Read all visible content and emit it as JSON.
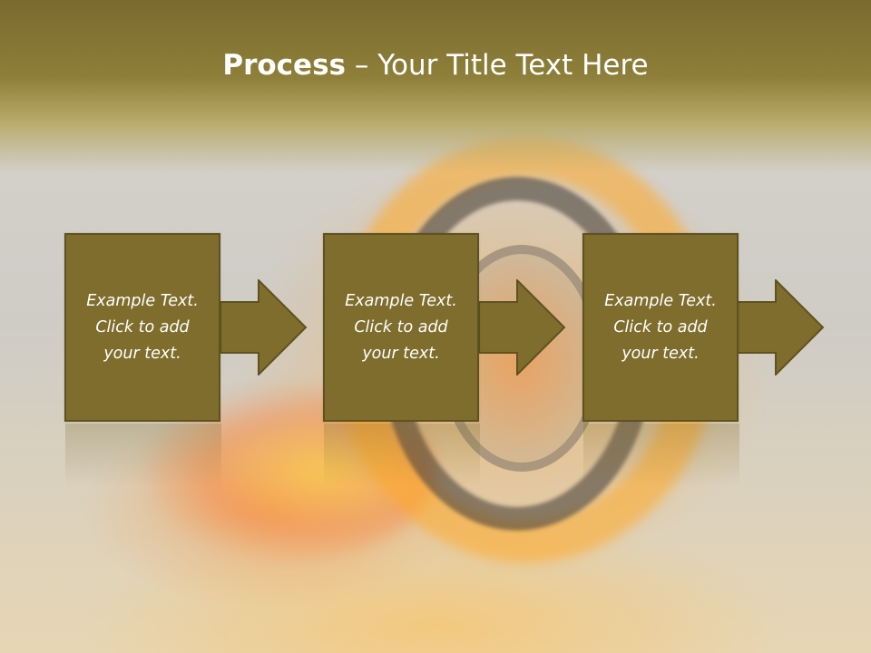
{
  "slide": {
    "title_bold": "Process",
    "title_rest": " – Your Title Text Here",
    "steps": [
      {
        "text": "Example Text.\nClick  to add\nyour text."
      },
      {
        "text": "Example Text.\nClick  to add\nyour text."
      },
      {
        "text": "Example Text.\nClick  to add\nyour text."
      }
    ]
  },
  "colors": {
    "box_fill": "#7e6d2c",
    "box_border": "#5f521f",
    "title_bar": "#7a6a2e",
    "text": "#ffffff"
  },
  "background": {
    "image_subject": "flaming-wheel-image"
  }
}
